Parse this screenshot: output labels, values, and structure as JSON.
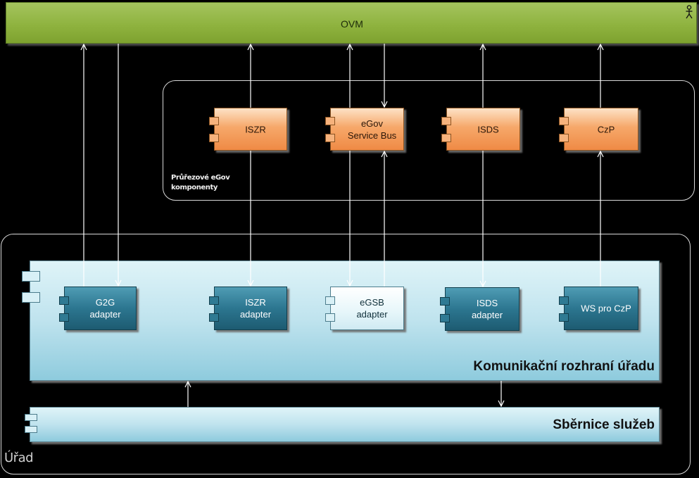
{
  "actor": {
    "name": "OVM",
    "icon": "actor-stick-figure-icon"
  },
  "groups": {
    "egov": {
      "label_line1": "Průřezové eGov",
      "label_line2": "komponenty"
    },
    "urad": {
      "label": "Úřad"
    }
  },
  "egov_components": [
    {
      "id": "iszr",
      "label": "ISZR"
    },
    {
      "id": "egov-service-bus",
      "label_line1": "eGov",
      "label_line2": "Service Bus"
    },
    {
      "id": "isds",
      "label": "ISDS"
    },
    {
      "id": "czp",
      "label": "CzP"
    }
  ],
  "komunikacni_rozhrani": {
    "title": "Komunikační rozhraní úřadu",
    "adapters": [
      {
        "id": "g2g",
        "label_line1": "G2G",
        "label_line2": "adapter"
      },
      {
        "id": "iszr",
        "label_line1": "ISZR",
        "label_line2": "adapter"
      },
      {
        "id": "egsb",
        "label_line1": "eGSB",
        "label_line2": "adapter"
      },
      {
        "id": "isds",
        "label_line1": "ISDS",
        "label_line2": "adapter"
      },
      {
        "id": "ws-czp",
        "label_line1": "WS pro CzP"
      }
    ]
  },
  "sbernice": {
    "title": "Sběrnice služeb"
  },
  "colors": {
    "actor_green": "#8fb33f",
    "egov_orange": "#f6a86a",
    "adapter_teal": "#2c7690",
    "interface_light_blue": "#bfe3ee",
    "background": "#000000"
  }
}
